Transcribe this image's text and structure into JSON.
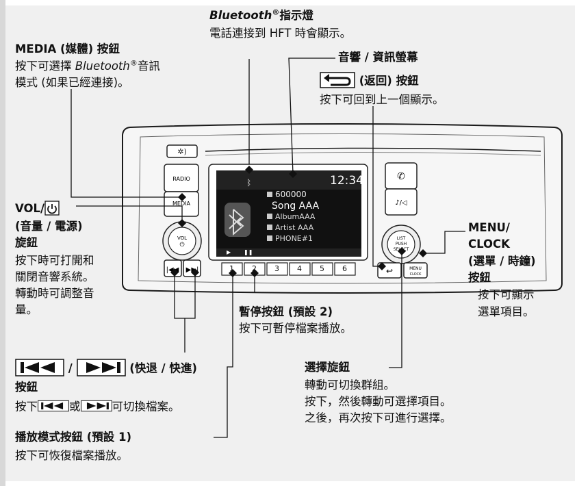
{
  "screen": {
    "clock": "12:34",
    "number": "600000",
    "song": "Song AAA",
    "album": "AlbumAAA",
    "artist": "Artist AAA",
    "phone": "PHONE#1"
  },
  "presets": [
    "1",
    "2",
    "3",
    "4",
    "5",
    "6"
  ],
  "callouts": {
    "bt_indicator": {
      "brand": "Bluetooth",
      "title": "指示燈",
      "desc": "電話連接到 HFT 時會顯示。"
    },
    "media": {
      "title": "MEDIA (媒體) 按鈕",
      "desc1_pre": "按下可選擇 ",
      "desc1_brand": "Bluetooth",
      "desc1_post": "音訊",
      "desc2": "模式 (如果已經連接)。"
    },
    "screen": {
      "title": "音響 / 資訊螢幕"
    },
    "back": {
      "title": "(返回) 按鈕",
      "desc": "按下可回到上一個顯示。"
    },
    "vol": {
      "title": "VOL/",
      "subtitle": "(音量 / 電源)",
      "type": "旋鈕",
      "desc1": "按下時可打開和",
      "desc2": "關閉音響系統。",
      "desc3": "轉動時可調整音",
      "desc4": "量。"
    },
    "menu": {
      "title1": "MENU/",
      "title2": "CLOCK",
      "subtitle": "(選單 / 時鐘)",
      "type": "按鈕",
      "desc1": "按下可顯示",
      "desc2": "選單項目。"
    },
    "pause": {
      "title": "暫停按鈕 (預設 2)",
      "desc": "按下可暫停檔案播放。"
    },
    "seek": {
      "sep": "/",
      "title": "(快退 / 快進)",
      "type": "按鈕",
      "desc_pre": "按下",
      "desc_mid": "或",
      "desc_post": "可切換檔案。"
    },
    "select": {
      "title": "選擇旋鈕",
      "desc1": "轉動可切換群組。",
      "desc2": "按下，然後轉動可選擇項目。",
      "desc3": "之後，再次按下可進行選擇。"
    },
    "play_mode": {
      "title": "播放模式按鈕 (預設 1)",
      "desc": "按下可恢復檔案播放。"
    }
  }
}
